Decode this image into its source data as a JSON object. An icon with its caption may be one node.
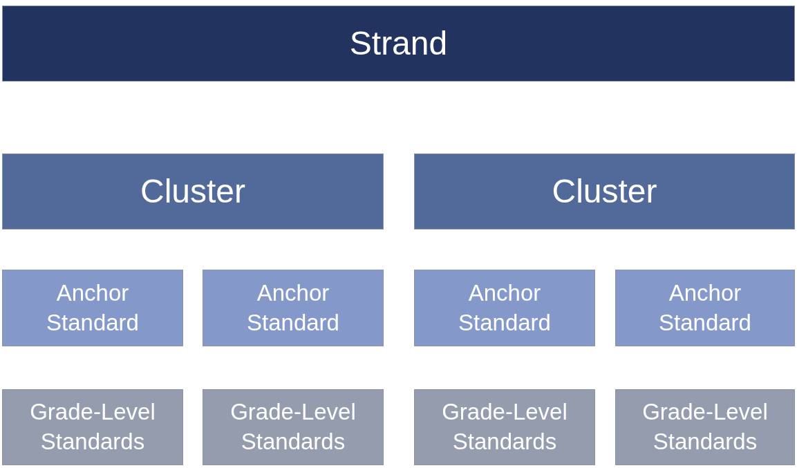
{
  "diagram": {
    "nodes": [
      {
        "text": [
          "Strand"
        ]
      },
      {
        "text": [
          "Cluster"
        ]
      },
      {
        "text": [
          "Cluster"
        ]
      },
      {
        "text": [
          "Anchor Standard"
        ]
      },
      {
        "text": [
          "Anchor Standard"
        ]
      },
      {
        "text": [
          "Anchor Standard"
        ]
      },
      {
        "text": [
          "Anchor Standard"
        ]
      },
      {
        "text": [
          "Grade-Level Standards"
        ]
      },
      {
        "text": [
          "Grade-Level Standards"
        ]
      },
      {
        "text": [
          "Grade-Level Standards"
        ]
      },
      {
        "text": [
          "Grade-Level Standards"
        ]
      }
    ]
  }
}
